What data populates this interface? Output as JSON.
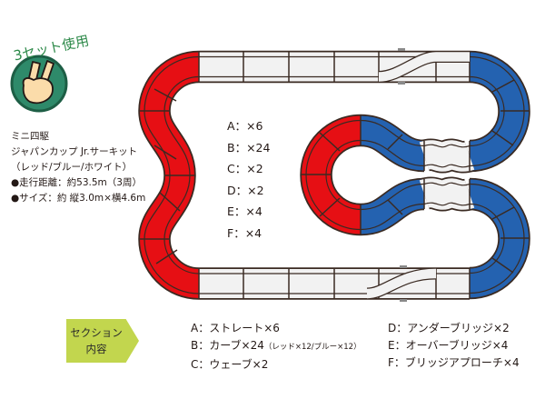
{
  "logo": {
    "badge_text": "3セット使用",
    "icon": "peace-sign-hand-icon",
    "circle_color": "#2e8a6a",
    "border_color": "#1d5e45",
    "hand_color": "#fbdcaa"
  },
  "info": {
    "title": "ミニ四駆",
    "subtitle": "ジャパンカップ Jr.サーキット",
    "colors": "（レッド/ブルー/ホワイト）",
    "distance": "●走行距離：約53.5m（3周）",
    "size": "●サイズ：約 縦3.0m×横4.6m"
  },
  "track": {
    "colors": {
      "red": "#e60f14",
      "blue": "#2462b0",
      "white": "#f2f2f2",
      "line": "#3a2a22"
    }
  },
  "counts": [
    {
      "label": "A：×6"
    },
    {
      "label": "B：×24"
    },
    {
      "label": "C：×2"
    },
    {
      "label": "D：×2"
    },
    {
      "label": "E：×4"
    },
    {
      "label": "F：×4"
    }
  ],
  "section_tag": {
    "line1": "セクション",
    "line2": "内容",
    "color": "#c2d64e"
  },
  "legend": {
    "a": "A：ストレート×6",
    "b": "B：カーブ×24",
    "b_note": "（レッド×12/ブルー×12）",
    "c": "C：ウェーブ×2",
    "d": "D：アンダーブリッジ×2",
    "e": "E：オーバーブリッジ×4",
    "f": "F：ブリッジアプローチ×4"
  }
}
